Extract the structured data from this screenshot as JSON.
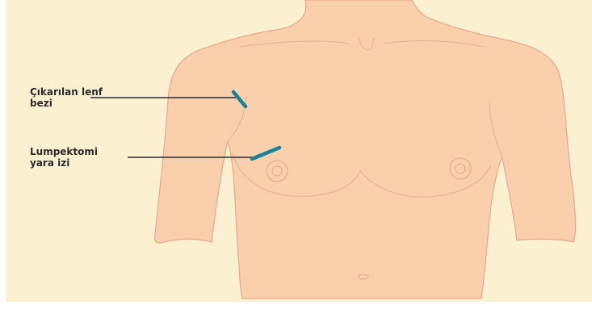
{
  "labels": {
    "lymph_node": {
      "line1": "Çıkarılan lenf",
      "line2": "bezi"
    },
    "lumpectomy": {
      "line1": "Lumpektomi",
      "line2": "yara izi"
    }
  },
  "colors": {
    "background": "#fbf0cf",
    "skin": "#f9d0ab",
    "skin_outline": "#e7a98e",
    "fold_line": "#e4b296",
    "incision": "#1a8197",
    "leader_line": "#2b2b2b",
    "text": "#2b2b2b"
  }
}
